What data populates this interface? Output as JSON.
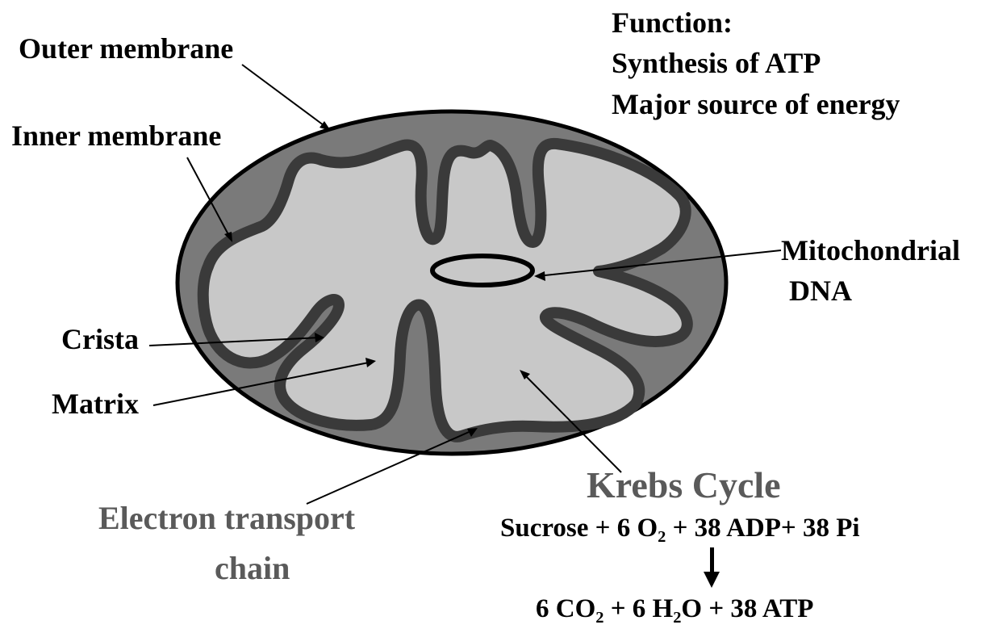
{
  "function_box": {
    "heading": "Function:",
    "line1": "Synthesis of ATP",
    "line2": "Major source of energy"
  },
  "labels": {
    "outer_membrane": "Outer membrane",
    "inner_membrane": "Inner membrane",
    "crista": "Crista",
    "matrix": "Matrix",
    "mito_dna_line1": "Mitochondrial",
    "mito_dna_line2": "DNA",
    "etc_line1": "Electron transport",
    "etc_line2": "chain"
  },
  "krebs": {
    "title": "Krebs Cycle",
    "reactants": {
      "sucrose": "Sucrose",
      "o2_coeff": "6 O",
      "o2_sub": "2",
      "rest": "+ 38 ADP+ 38 Pi"
    },
    "products": {
      "co2": "6 CO",
      "co2_sub": "2",
      "h2o_pre": "+ 6 H",
      "h2o_sub": "2",
      "h2o_post": "O +",
      "atp": "38 ATP"
    }
  },
  "colors": {
    "outer_fill": "#7a7a7a",
    "matrix_fill": "#c8c8c8",
    "outline": "#000000",
    "krebs_text": "#5a5a5a"
  }
}
